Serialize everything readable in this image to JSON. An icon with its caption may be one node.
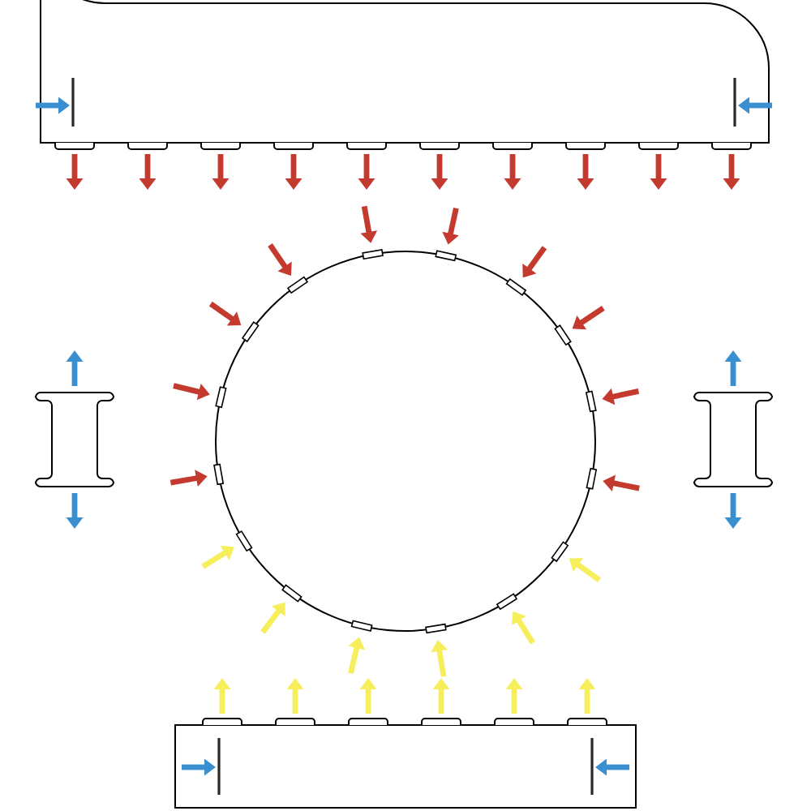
{
  "diagram": {
    "nodes": [
      {
        "text": [],
        "shape": "box"
      },
      {
        "text": [],
        "shape": "spool"
      },
      {
        "text": [],
        "shape": "circle"
      },
      {
        "text": [],
        "shape": "spool"
      },
      {
        "text": [],
        "shape": "box"
      }
    ]
  }
}
